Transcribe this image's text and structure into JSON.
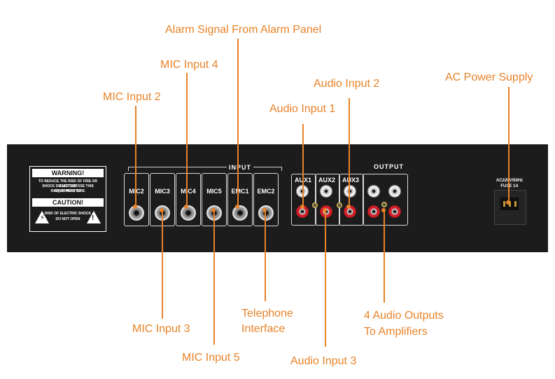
{
  "callouts": {
    "alarm_signal": "Alarm Signal From Alarm Panel",
    "mic_input_4": "MIC Input 4",
    "mic_input_2": "MIC Input 2",
    "audio_input_2": "Audio Input 2",
    "audio_input_1": "Audio Input 1",
    "ac_power_supply": "AC Power Supply",
    "mic_input_3": "MIC Input 3",
    "mic_input_5": "MIC Input 5",
    "telephone_interface_line1": "Telephone",
    "telephone_interface_line2": "Interface",
    "audio_input_3": "Audio Input 3",
    "audio_outputs_line1": "4 Audio Outputs",
    "audio_outputs_line2": "To Amplifiers"
  },
  "panel": {
    "warning_title": "WARNING!",
    "warning_text_1": "TO REDUCE THE RISK OF FIRE OR ELECTRIC",
    "warning_text_2": "SHOCK DO NOT EXPOSE THIS EQUIPMENT TO",
    "warning_text_3": "RAIN OR MOISTURE",
    "caution_title": "CAUTION!",
    "caution_text_1": "RISK OF ELECTRIC SHOCK",
    "caution_text_2": "DO NOT OPEN",
    "input_group": "INPUT",
    "output_group": "OUTPUT",
    "jacks": [
      "MIC2",
      "MIC3",
      "MIC4",
      "MIC5",
      "EMC1",
      "EMC2"
    ],
    "aux": [
      "AUX1",
      "AUX2",
      "AUX3"
    ],
    "power_line_1": "AC220V/50Hz",
    "power_line_2": "FUSE 1A"
  },
  "colors": {
    "accent": "#e8832a",
    "panel": "#1c1c1c",
    "rca_red": "#d01f28"
  }
}
